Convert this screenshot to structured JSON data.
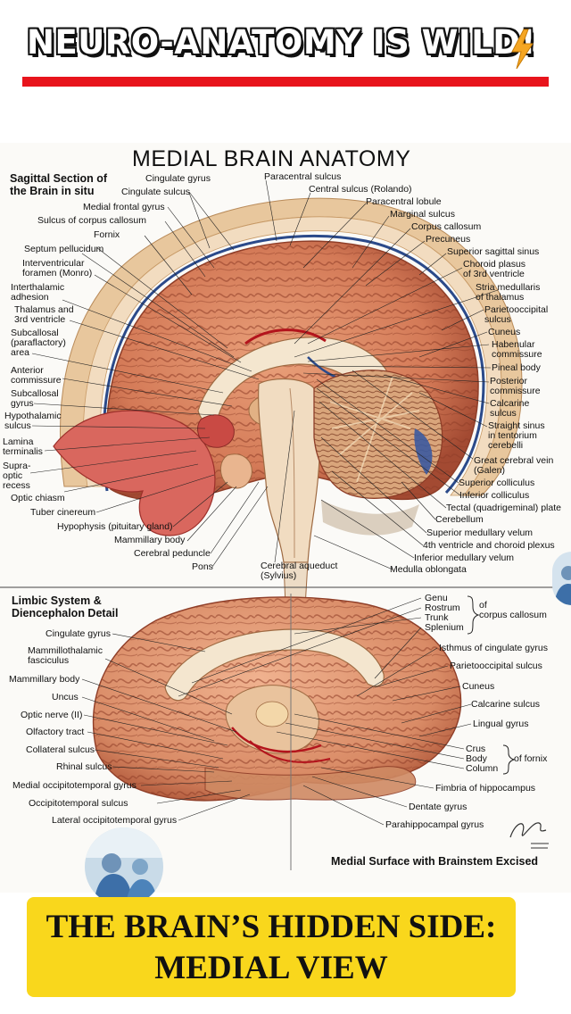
{
  "header": {
    "title": "NEURO-ANATOMY IS WILD!",
    "accent_color": "#e8141c",
    "icon": "lightning-bolt-icon"
  },
  "figure": {
    "title": "MEDIAL BRAIN ANATOMY",
    "top_section": {
      "title": "Sagittal Section of\nthe Brain in situ",
      "left_labels": [
        "Cingulate gyrus",
        "Cingulate sulcus",
        "Medial frontal gyrus",
        "Sulcus of corpus callosum",
        "Fornix",
        "Septum pellucidum",
        "Interventricular\nforamen (Monro)",
        "Interthalamic\nadhesion",
        "Thalamus and\n3rd ventricle",
        "Subcallosal\n(paraflactory)\narea",
        "Anterior\ncommissure",
        "Subcallosal\ngyrus",
        "Hypothalamic\nsulcus",
        "Lamina\nterminalis",
        "Supra-\noptic\nrecess",
        "Optic chiasm",
        "Tuber cinereum",
        "Hypophysis (pituitary gland)",
        "Mammillary body",
        "Cerebral peduncle",
        "Pons"
      ],
      "right_labels": [
        "Paracentral sulcus",
        "Central sulcus (Rolando)",
        "Paracentral lobule",
        "Marginal sulcus",
        "Corpus callosum",
        "Precuneus",
        "Superior sagittal sinus",
        "Choroid plasus\nof 3rd ventricle",
        "Stria medullaris\nof thalamus",
        "Parietooccipital\nsulcus",
        "Cuneus",
        "Habenular\ncommissure",
        "Pineal body",
        "Posterior\ncommissure",
        "Calcarine\nsulcus",
        "Straight sinus\nin tentorium\ncerebelli",
        "Great cerebral vein\n(Galen)",
        "Superior colliculus",
        "Inferior colliculus",
        "Tectal (quadrigeminal) plate",
        "Cerebellum",
        "Superior medullary velum",
        "4th ventricle and choroid plexus",
        "Inferior medullary velum",
        "Medulla oblongata"
      ],
      "bottom_label": "Cerebral aqueduct\n(Sylvius)"
    },
    "bottom_section": {
      "title": "Limbic System &\nDiencephalon Detail",
      "left_labels": [
        "Cingulate gyrus",
        "Mammillothalamic\nfasciculus",
        "Mammillary body",
        "Uncus",
        "Optic nerve (II)",
        "Olfactory tract",
        "Collateral sulcus",
        "Rhinal sulcus",
        "Medial occipitotemporal gyrus",
        "Occipitotemporal sulcus",
        "Lateral occipitotemporal gyrus"
      ],
      "cc_parts": [
        "Genu",
        "Rostrum",
        "Trunk",
        "Splenium"
      ],
      "cc_group": "of\ncorpus callosum",
      "right_labels": [
        "Isthmus of cingulate gyrus",
        "Parietooccipital sulcus",
        "Cuneus",
        "Calcarine sulcus",
        "Lingual gyrus"
      ],
      "fornix_parts": [
        "Crus",
        "Body",
        "Column"
      ],
      "fornix_group": "of fornix",
      "lower_right_labels": [
        "Fimbria of hippocampus",
        "Dentate gyrus",
        "Parahippocampal gyrus"
      ],
      "caption": "Medial Surface with Brainstem Excised"
    }
  },
  "banner": {
    "line1": "THE BRAIN’S HIDDEN SIDE:",
    "line2": "MEDIAL VIEW",
    "color": "#f9d71c"
  }
}
